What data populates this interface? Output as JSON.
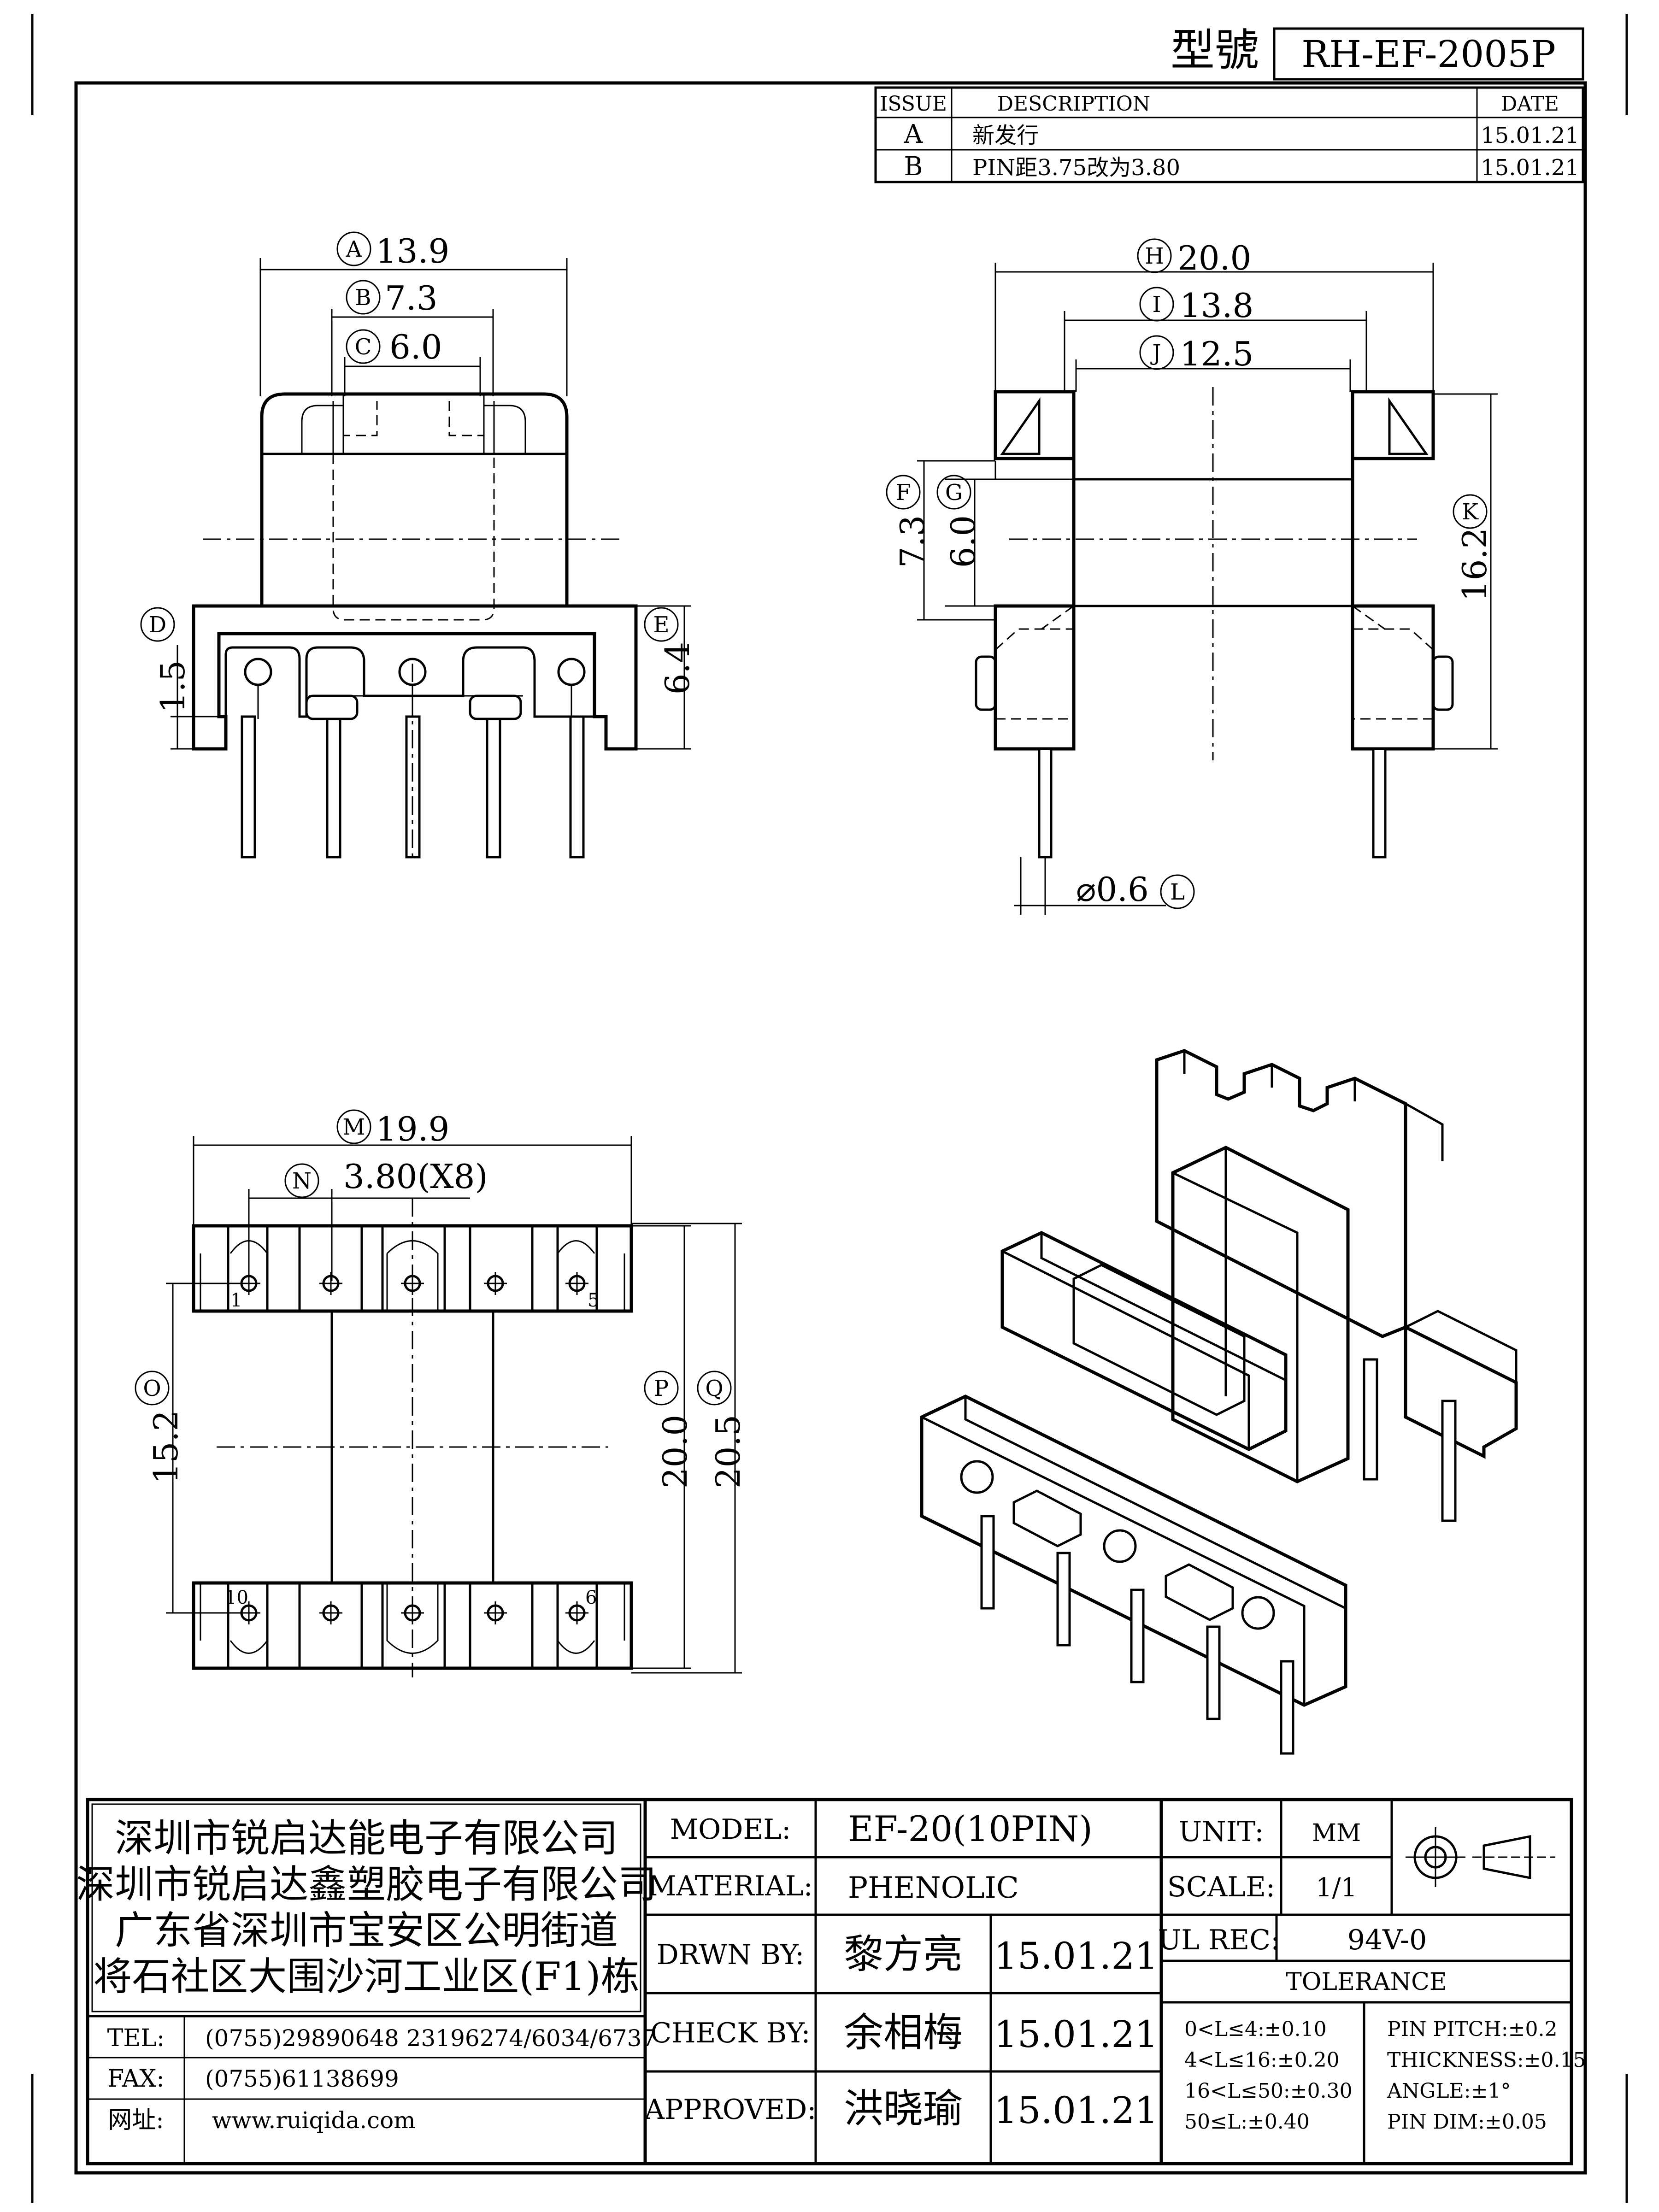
{
  "model_label": "型號",
  "model_number": "RH-EF-2005P",
  "revisions": {
    "headers": {
      "issue": "ISSUE",
      "description": "DESCRIPTION",
      "date": "DATE"
    },
    "rows": [
      {
        "issue": "A",
        "description": "新发行",
        "date": "15.01.21"
      },
      {
        "issue": "B",
        "description": "PIN距3.75改为3.80",
        "date": "15.01.21"
      }
    ]
  },
  "front_view": {
    "A": {
      "letter": "A",
      "value": "13.9"
    },
    "B": {
      "letter": "B",
      "value": "7.3"
    },
    "C": {
      "letter": "C",
      "value": "6.0"
    },
    "D": {
      "letter": "D",
      "value": "1.5"
    },
    "E": {
      "letter": "E",
      "value": "6.4"
    }
  },
  "side_view": {
    "H": {
      "letter": "H",
      "value": "20.0"
    },
    "I": {
      "letter": "I",
      "value": "13.8"
    },
    "J": {
      "letter": "J",
      "value": "12.5"
    },
    "F": {
      "letter": "F",
      "value": "7.3"
    },
    "G": {
      "letter": "G",
      "value": "6.0"
    },
    "K": {
      "letter": "K",
      "value": "16.2"
    },
    "L": {
      "letter": "L",
      "value": "⌀0.6"
    }
  },
  "bottom_view": {
    "M": {
      "letter": "M",
      "value": "19.9"
    },
    "N": {
      "letter": "N",
      "value": "3.80(X8)"
    },
    "O": {
      "letter": "O",
      "value": "15.2"
    },
    "P": {
      "letter": "P",
      "value": "20.0"
    },
    "Q": {
      "letter": "Q",
      "value": "20.5"
    },
    "pins": {
      "p1": "1",
      "p5": "5",
      "p6": "6",
      "p10": "10"
    }
  },
  "company": {
    "lines": [
      "深圳市锐启达能电子有限公司",
      "深圳市锐启达鑫塑胶电子有限公司",
      "广东省深圳市宝安区公明街道",
      "将石社区大围沙河工业区(F1)栋"
    ],
    "tel_label": "TEL:",
    "tel": "(0755)29890648  23196274/6034/6737",
    "fax_label": "FAX:",
    "fax": "(0755)61138699",
    "web_label": "网址:",
    "web": "www.ruiqida.com"
  },
  "title_block": {
    "model_label": "MODEL:",
    "model": "EF-20(10PIN)",
    "material_label": "MATERIAL:",
    "material": "PHENOLIC",
    "drawn_label": "DRWN BY:",
    "drawn": "黎方亮",
    "drawn_date": "15.01.21",
    "check_label": "CHECK BY:",
    "check": "余相梅",
    "check_date": "15.01.21",
    "approved_label": "APPROVED:",
    "approved": "洪晓瑜",
    "approved_date": "15.01.21",
    "unit_label": "UNIT:",
    "unit": "MM",
    "scale_label": "SCALE:",
    "scale": "1/1",
    "ul_label": "UL REC:",
    "ul": "94V-0",
    "tolerance_label": "TOLERANCE",
    "tolerances_left": [
      "0<L≤4:±0.10",
      "4<L≤16:±0.20",
      "16<L≤50:±0.30",
      "50≤L:±0.40"
    ],
    "tolerances_right": [
      "PIN PITCH:±0.2",
      "THICKNESS:±0.15",
      "ANGLE:±1°",
      "PIN DIM:±0.05"
    ]
  }
}
